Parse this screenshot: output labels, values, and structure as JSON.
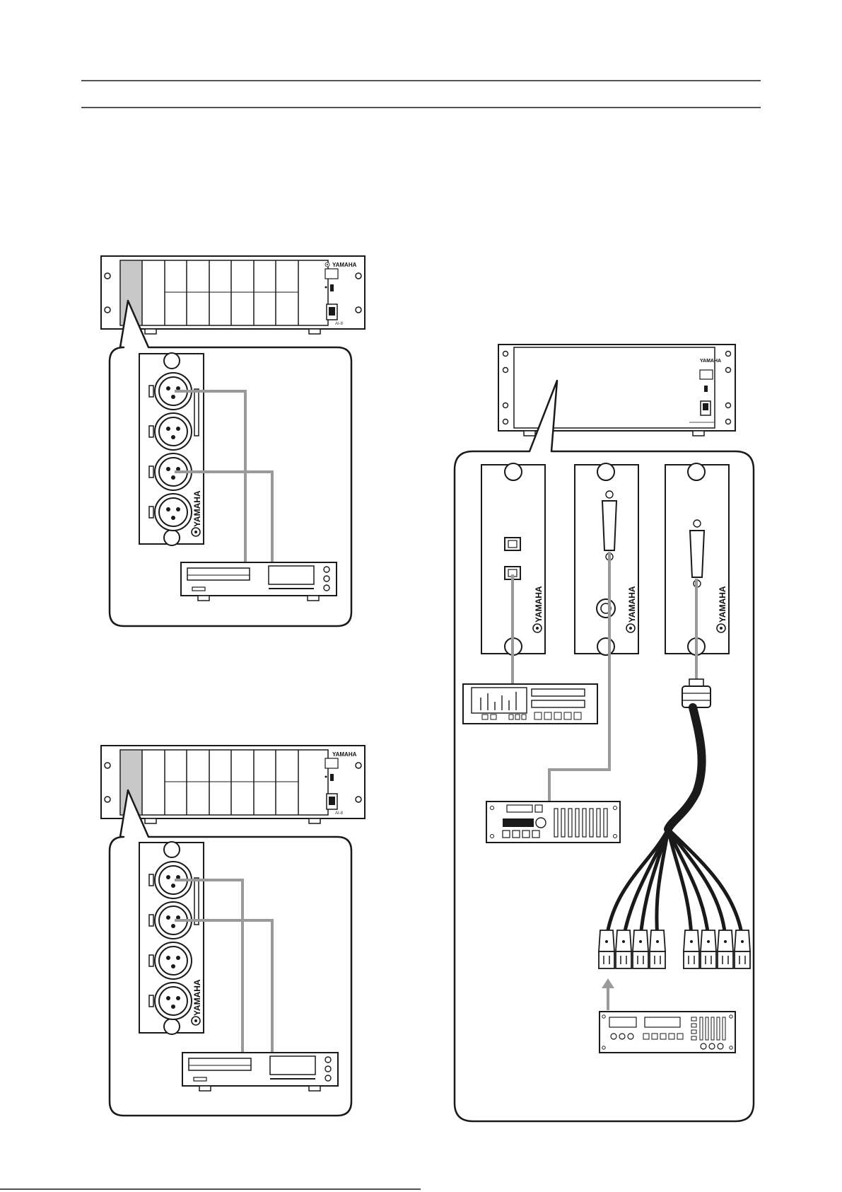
{
  "page": {
    "header_rules": [
      "top-rule",
      "bottom-rule"
    ]
  },
  "brand": {
    "name": "YAMAHA",
    "logo_icon": "yamaha-tuning-fork-logo"
  },
  "units": {
    "rack_left_model": "AI-8",
    "rack_right_model": "AI-8"
  },
  "diagrams": [
    {
      "id": "analog-input-card-top",
      "connections": 2
    },
    {
      "id": "analog-input-card-bottom",
      "connections": 2
    },
    {
      "id": "digital-cards-right",
      "cards": 3,
      "xlr_connectors": 8
    }
  ],
  "colors": {
    "line": "#1a1a1a",
    "cable": "#9a9a9a",
    "slot_highlight": "#c8c8c8",
    "panel": "#ffffff"
  }
}
